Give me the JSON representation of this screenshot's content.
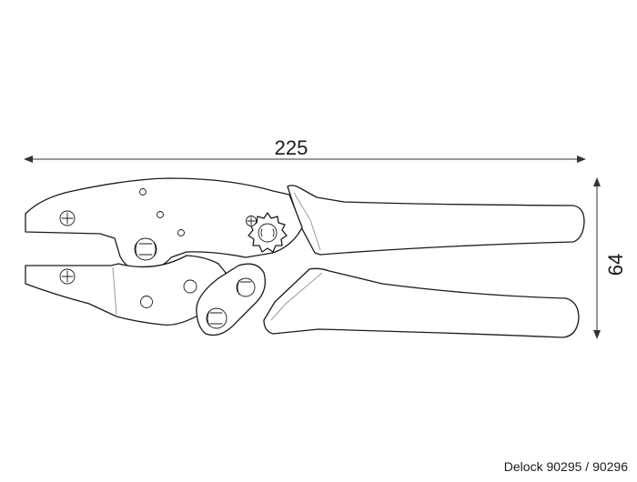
{
  "dimensions": {
    "length": "225",
    "height": "64"
  },
  "caption": "Delock 90295 / 90296",
  "colors": {
    "outline": "#1a1a1a",
    "dimension": "#333333",
    "background": "#ffffff"
  }
}
